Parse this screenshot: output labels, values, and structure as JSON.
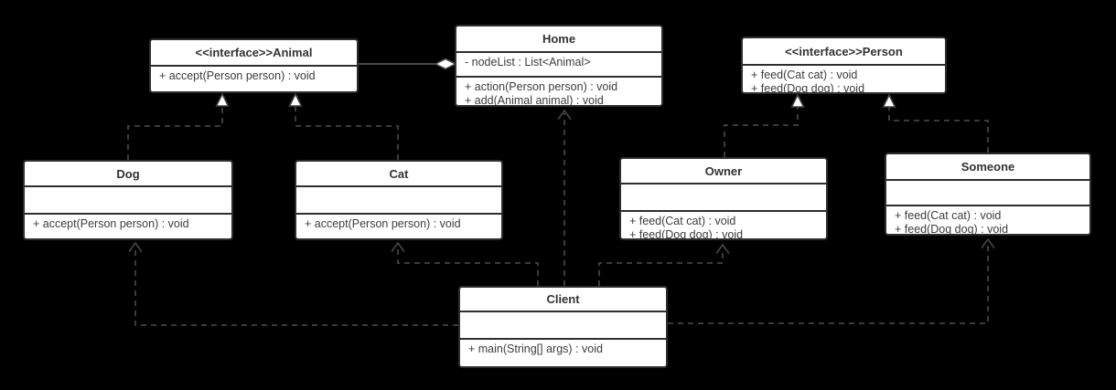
{
  "diagram": {
    "kind": "uml-class-diagram",
    "background_color": "#000000",
    "box_fill_color": "#ffffff",
    "box_border_color": "#2e2e2e",
    "text_color": "#3d3d3d",
    "connector_color": "#424242"
  },
  "classes": {
    "animal": {
      "title": "<<interface>>Animal",
      "attributes": [],
      "methods": [
        "+ accept(Person person) : void"
      ]
    },
    "home": {
      "title": "Home",
      "attributes": [
        "- nodeList : List<Animal>"
      ],
      "methods": [
        "+ action(Person person) : void",
        "+ add(Animal animal) : void"
      ]
    },
    "person": {
      "title": "<<interface>>Person",
      "attributes": [],
      "methods": [
        "+ feed(Cat cat) : void",
        "+ feed(Dog dog) : void"
      ]
    },
    "dog": {
      "title": "Dog",
      "attributes": [],
      "methods": [
        "+ accept(Person person) : void"
      ]
    },
    "cat": {
      "title": "Cat",
      "attributes": [],
      "methods": [
        "+ accept(Person person) : void"
      ]
    },
    "owner": {
      "title": "Owner",
      "attributes": [],
      "methods": [
        "+ feed(Cat cat) : void",
        "+ feed(Dog dog) : void"
      ]
    },
    "someone": {
      "title": "Someone",
      "attributes": [],
      "methods": [
        "+ feed(Cat cat) : void",
        "+ feed(Dog dog) : void"
      ]
    },
    "client": {
      "title": "Client",
      "attributes": [],
      "methods": [
        "+ main(String[] args) : void"
      ]
    }
  },
  "relations": [
    {
      "type": "aggregation",
      "from": "Home",
      "to": "Animal"
    },
    {
      "type": "realization",
      "from": "Dog",
      "to": "Animal"
    },
    {
      "type": "realization",
      "from": "Cat",
      "to": "Animal"
    },
    {
      "type": "realization",
      "from": "Owner",
      "to": "Person"
    },
    {
      "type": "realization",
      "from": "Someone",
      "to": "Person"
    },
    {
      "type": "dependency",
      "from": "Client",
      "to": "Dog"
    },
    {
      "type": "dependency",
      "from": "Client",
      "to": "Cat"
    },
    {
      "type": "dependency",
      "from": "Client",
      "to": "Home"
    },
    {
      "type": "dependency",
      "from": "Client",
      "to": "Owner"
    },
    {
      "type": "dependency",
      "from": "Client",
      "to": "Someone"
    }
  ]
}
